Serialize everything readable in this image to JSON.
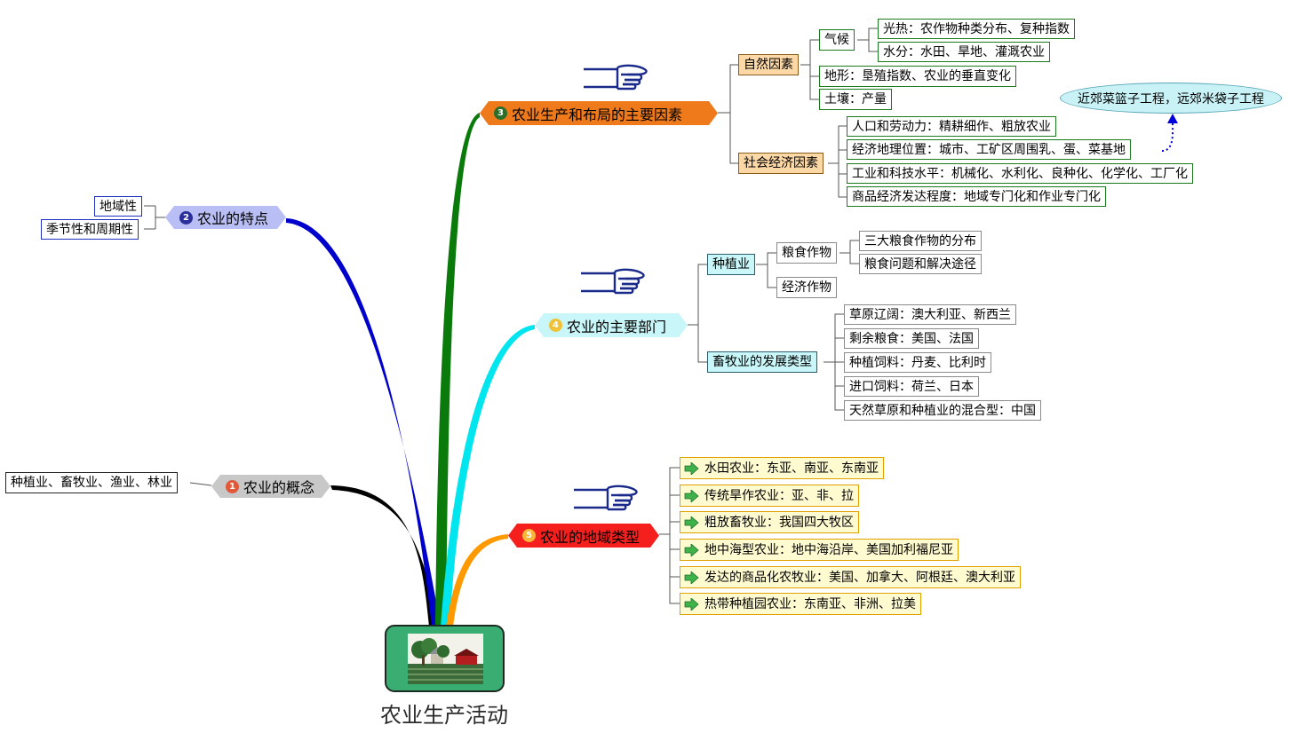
{
  "central": {
    "title": "农业生产活动",
    "icon": "farm-picture-icon"
  },
  "colors": {
    "concept": "#000000",
    "features": "#0000cc",
    "factors": "#0a7a0a",
    "sectors": "#00e5ee",
    "types": "#ff9900"
  },
  "branches": {
    "concept": {
      "num": "1",
      "label": "农业的概念",
      "children": [
        "种植业、畜牧业、渔业、林业"
      ]
    },
    "features": {
      "num": "2",
      "label": "农业的特点",
      "children": [
        "地域性",
        "季节性和周期性"
      ]
    },
    "factors": {
      "num": "3",
      "label": "农业生产和布局的主要因素",
      "natural": {
        "label": "自然因素",
        "climate": {
          "label": "气候",
          "items": [
            "光热：农作物种类分布、复种指数",
            "水分：水田、旱地、灌溉农业"
          ]
        },
        "terrain": "地形：垦殖指数、农业的垂直变化",
        "soil": "土壤：产量"
      },
      "social": {
        "label": "社会经济因素",
        "items": [
          "人口和劳动力：精耕细作、粗放农业",
          "经济地理位置：城市、工矿区周围乳、蛋、菜基地",
          "工业和科技水平：机械化、水利化、良种化、化学化、工厂化",
          "商品经济发达程度：地域专门化和作业专门化"
        ]
      },
      "callout": "近郊菜篮子工程，远郊米袋子工程"
    },
    "sectors": {
      "num": "4",
      "label": "农业的主要部门",
      "planting": {
        "label": "种植业",
        "grain": {
          "label": "粮食作物",
          "items": [
            "三大粮食作物的分布",
            "粮食问题和解决途径"
          ]
        },
        "cash": "经济作物"
      },
      "livestock": {
        "label": "畜牧业的发展类型",
        "items": [
          "草原辽阔：澳大利亚、新西兰",
          "剩余粮食：美国、法国",
          "种植饲料：丹麦、比利时",
          "进口饲料：荷兰、日本",
          "天然草原和种植业的混合型：中国"
        ]
      }
    },
    "types": {
      "num": "5",
      "label": "农业的地域类型",
      "items": [
        "水田农业：东亚、南亚、东南亚",
        "传统旱作农业：亚、非、拉",
        "粗放畜牧业：我国四大牧区",
        "地中海型农业：地中海沿岸、美国加利福尼亚",
        "发达的商品化农牧业：美国、加拿大、阿根廷、澳大利亚",
        "热带种植园农业：东南亚、非洲、拉美"
      ]
    }
  }
}
